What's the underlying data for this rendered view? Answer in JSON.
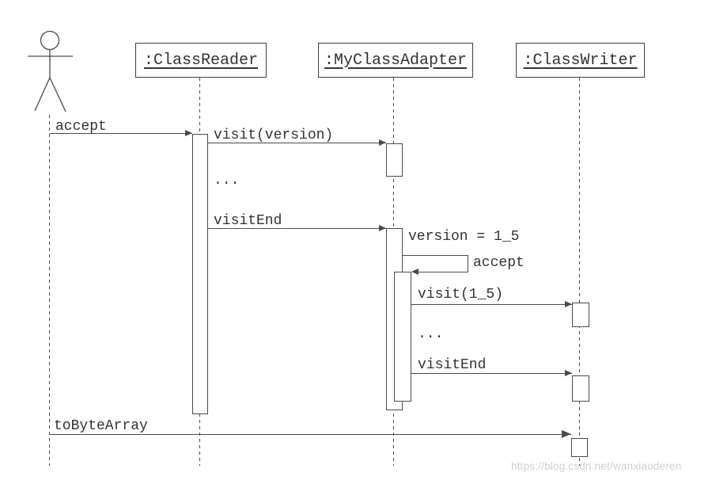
{
  "diagram": {
    "type": "uml-sequence-diagram",
    "actor": {
      "icon": "stick-figure-actor-icon"
    },
    "objects": [
      {
        "label": ":ClassReader"
      },
      {
        "label": ":MyClassAdapter"
      },
      {
        "label": ":ClassWriter"
      }
    ],
    "messages": {
      "accept": "accept",
      "visit_version": "visit(version)",
      "ellipsis_1": "...",
      "visit_end_1": "visitEnd",
      "version_assign": "version = 1_5",
      "self_accept": "accept",
      "visit_1_5": "visit(1_5)",
      "ellipsis_2": "...",
      "visit_end_2": "visitEnd",
      "to_byte_array": "toByteArray"
    },
    "watermark": "https://blog.csdn.net/wanxiaoderen",
    "colors": {
      "line": "#4a4a4a",
      "text": "#333333",
      "watermark": "#cdd0d2",
      "background": "#ffffff"
    }
  }
}
